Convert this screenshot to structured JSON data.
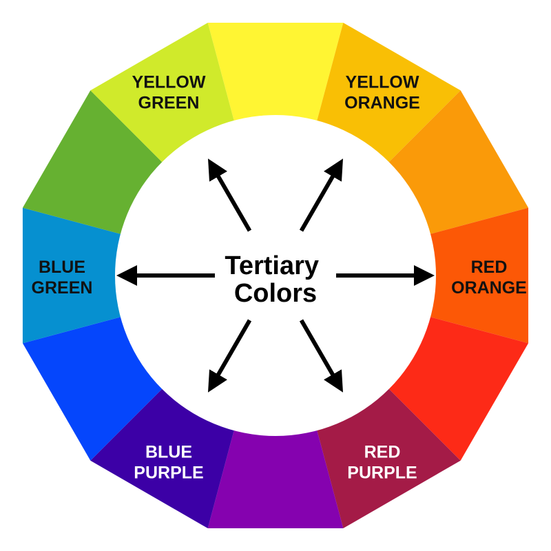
{
  "center": {
    "line1": "Tertiary",
    "line2": "Colors"
  },
  "segments": [
    {
      "key": "yellow",
      "color": "#FFF533",
      "line1": "",
      "line2": "",
      "text_color": "#111111"
    },
    {
      "key": "yellow-orange",
      "color": "#F9BF05",
      "line1": "YELLOW",
      "line2": "ORANGE",
      "text_color": "#111111"
    },
    {
      "key": "orange",
      "color": "#FA9A09",
      "line1": "",
      "line2": "",
      "text_color": "#111111"
    },
    {
      "key": "red-orange",
      "color": "#FC5806",
      "line1": "RED",
      "line2": "ORANGE",
      "text_color": "#111111"
    },
    {
      "key": "red",
      "color": "#FD2A17",
      "line1": "",
      "line2": "",
      "text_color": "#111111"
    },
    {
      "key": "red-purple",
      "color": "#A41B47",
      "line1": "RED",
      "line2": "PURPLE",
      "text_color": "#FFFFFF"
    },
    {
      "key": "purple",
      "color": "#8502AF",
      "line1": "",
      "line2": "",
      "text_color": "#FFFFFF"
    },
    {
      "key": "blue-purple",
      "color": "#3C00A6",
      "line1": "BLUE",
      "line2": "PURPLE",
      "text_color": "#FFFFFF"
    },
    {
      "key": "blue",
      "color": "#0546FC",
      "line1": "",
      "line2": "",
      "text_color": "#FFFFFF"
    },
    {
      "key": "blue-green",
      "color": "#0690D0",
      "line1": "BLUE",
      "line2": "GREEN",
      "text_color": "#111111"
    },
    {
      "key": "green",
      "color": "#66B131",
      "line1": "",
      "line2": "",
      "text_color": "#111111"
    },
    {
      "key": "yellow-green",
      "color": "#D0EA2B",
      "line1": "YELLOW",
      "line2": "GREEN",
      "text_color": "#111111"
    }
  ],
  "arrows": {
    "color": "#000000",
    "targets": [
      "yellow-orange",
      "red-orange",
      "red-purple",
      "blue-purple",
      "blue-green",
      "yellow-green"
    ]
  },
  "background": "#FFFFFF"
}
